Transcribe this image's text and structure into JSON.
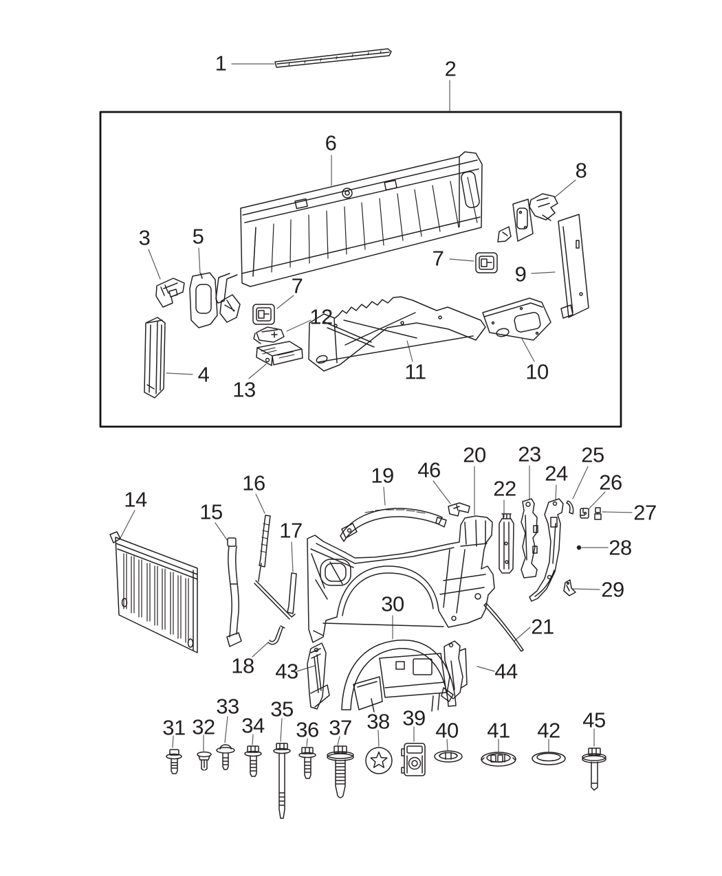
{
  "figure": {
    "colors": {
      "ink": "#231f20",
      "background": "#ffffff",
      "leader": "#5a5a5a",
      "frame": "#111111"
    }
  },
  "callouts": [
    {
      "label": "1"
    },
    {
      "label": "2"
    },
    {
      "label": "3"
    },
    {
      "label": "4"
    },
    {
      "label": "5"
    },
    {
      "label": "6"
    },
    {
      "label": "7"
    },
    {
      "label": "7"
    },
    {
      "label": "8"
    },
    {
      "label": "9"
    },
    {
      "label": "10"
    },
    {
      "label": "11"
    },
    {
      "label": "12"
    },
    {
      "label": "13"
    },
    {
      "label": "14"
    },
    {
      "label": "15"
    },
    {
      "label": "16"
    },
    {
      "label": "17"
    },
    {
      "label": "18"
    },
    {
      "label": "19"
    },
    {
      "label": "20"
    },
    {
      "label": "21"
    },
    {
      "label": "22"
    },
    {
      "label": "23"
    },
    {
      "label": "24"
    },
    {
      "label": "25"
    },
    {
      "label": "26"
    },
    {
      "label": "27"
    },
    {
      "label": "28"
    },
    {
      "label": "29"
    },
    {
      "label": "30"
    },
    {
      "label": "31"
    },
    {
      "label": "32"
    },
    {
      "label": "33"
    },
    {
      "label": "34"
    },
    {
      "label": "35"
    },
    {
      "label": "36"
    },
    {
      "label": "37"
    },
    {
      "label": "38"
    },
    {
      "label": "39"
    },
    {
      "label": "40"
    },
    {
      "label": "41"
    },
    {
      "label": "42"
    },
    {
      "label": "43"
    },
    {
      "label": "44"
    },
    {
      "label": "45"
    },
    {
      "label": "46"
    }
  ]
}
